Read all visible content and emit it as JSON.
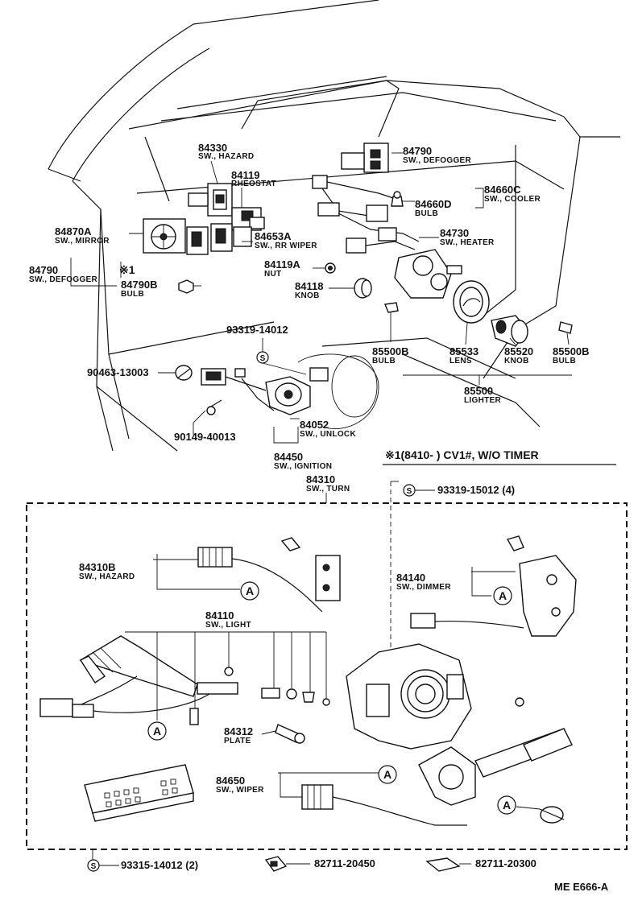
{
  "labels": {
    "l84330": {
      "pn": "84330",
      "desc": "SW., HAZARD"
    },
    "l84790a": {
      "pn": "84790",
      "desc": "SW., DEFOGGER"
    },
    "l84119": {
      "pn": "84119",
      "desc": "RHEOSTAT"
    },
    "l84660c": {
      "pn": "84660C",
      "desc": "SW., COOLER"
    },
    "l84660d": {
      "pn": "84660D",
      "desc": "BULB"
    },
    "l84870a": {
      "pn": "84870A",
      "desc": "SW., MIRROR"
    },
    "l84653a": {
      "pn": "84653A",
      "desc": "SW., RR WIPER"
    },
    "l84730": {
      "pn": "84730",
      "desc": "SW., HEATER"
    },
    "l84790b_left": {
      "pn": "84790",
      "desc": "SW., DEFOGGER"
    },
    "l84119a": {
      "pn": "84119A",
      "desc": "NUT"
    },
    "l84790b": {
      "pn": "84790B",
      "desc": "BULB"
    },
    "l84118": {
      "pn": "84118",
      "desc": "KNOB"
    },
    "l93319_14012": {
      "pn": "93319-14012"
    },
    "l85500b_1": {
      "pn": "85500B",
      "desc": "BULB"
    },
    "l85533": {
      "pn": "85533",
      "desc": "LENS"
    },
    "l85520": {
      "pn": "85520",
      "desc": "KNOB"
    },
    "l85500b_2": {
      "pn": "85500B",
      "desc": "BULB"
    },
    "l90463": {
      "pn": "90463-13003"
    },
    "l85500": {
      "pn": "85500",
      "desc": "LIGHTER"
    },
    "l84052": {
      "pn": "84052",
      "desc": "SW., UNLOCK"
    },
    "l90149": {
      "pn": "90149-40013"
    },
    "l84450": {
      "pn": "84450",
      "desc": "SW., IGNITION"
    },
    "l84310": {
      "pn": "84310",
      "desc": "SW., TURN"
    },
    "l93319_15012": {
      "pn": "93319-15012 (4)"
    },
    "l84310b": {
      "pn": "84310B",
      "desc": "SW., HAZARD"
    },
    "l84140": {
      "pn": "84140",
      "desc": "SW., DIMMER"
    },
    "l84110": {
      "pn": "84110",
      "desc": "SW., LIGHT"
    },
    "l84312": {
      "pn": "84312",
      "desc": "PLATE"
    },
    "l84650": {
      "pn": "84650",
      "desc": "SW., WIPER"
    },
    "l93315": {
      "pn": "93315-14012 (2)"
    },
    "l82711_20450": {
      "pn": "82711-20450"
    },
    "l82711_20300": {
      "pn": "82711-20300"
    }
  },
  "markers": {
    "ref1": "※1",
    "refA": "A",
    "screwS": "S"
  },
  "note": "※1(8410-         ) CV1#, W/O TIMER",
  "diagram_code": "ME  E666-A"
}
